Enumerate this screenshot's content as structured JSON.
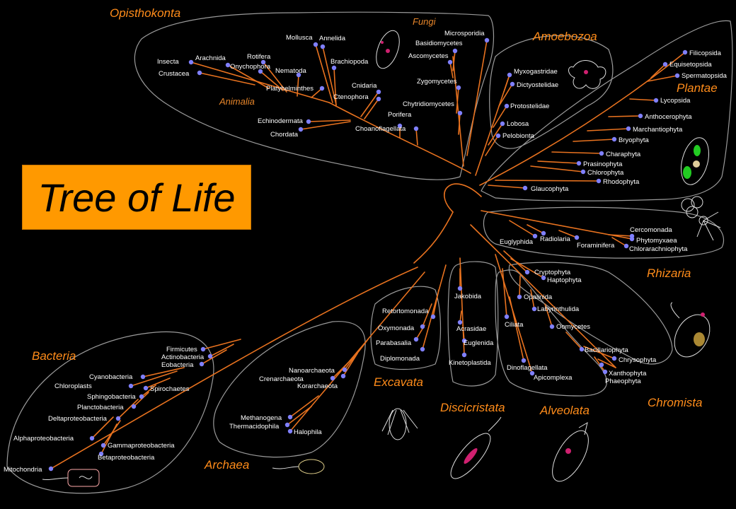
{
  "title": "Tree of Life",
  "colors": {
    "branch": "#e8721f",
    "node": "#8080ff",
    "outline": "#9a9a9a",
    "accent": "#ff9900",
    "label": "#ff8c1a"
  },
  "groups": {
    "opisthokonta": "Opisthokonta",
    "fungi": "Fungi",
    "animalia": "Animalia",
    "amoebozoa": "Amoebozoa",
    "plantae": "Plantae",
    "rhizaria": "Rhizaria",
    "chromista": "Chromista",
    "alveolata": "Alveolata",
    "discicristata": "Discicristata",
    "excavata": "Excavata",
    "archaea": "Archaea",
    "bacteria": "Bacteria"
  },
  "taxa": {
    "insecta": "Insecta",
    "crustacea": "Crustacea",
    "arachnida": "Arachnida",
    "rotifera": "Rotifera",
    "onychophora": "Onychophora",
    "nematoda": "Nematoda",
    "platyhelminthes": "Platyhelminthes",
    "mollusca": "Mollusca",
    "annelida": "Annelida",
    "brachiopoda": "Brachiopoda",
    "cnidaria": "Cnidaria",
    "ctenophora": "Ctenophora",
    "echinodermata": "Echinodermata",
    "chordata": "Chordata",
    "porifera": "Porifera",
    "choanoflagellata": "Choanoflagellata",
    "microsporidia": "Microsporidia",
    "basidiomycetes": "Basidiomycetes",
    "ascomycetes": "Ascomycetes",
    "zygomycetes": "Zygomycetes",
    "chytridiomycetes": "Chytridiomycetes",
    "myxogastridae": "Myxogastridae",
    "dictyostelidae": "Dictyostelidae",
    "protostelidae": "Protostelidae",
    "lobosa": "Lobosa",
    "pelobionta": "Pelobionta",
    "filicopsida": "Filicopsida",
    "equisetopsida": "Equisetopsida",
    "spermatopsida": "Spermatopsida",
    "lycopsida": "Lycopsida",
    "anthocerophyta": "Anthocerophyta",
    "marchantiophyta": "Marchantiophyta",
    "bryophyta": "Bryophyta",
    "charaphyta": "Charaphyta",
    "prasinophyta": "Prasinophyta",
    "chlorophyta": "Chlorophyta",
    "rhodophyta": "Rhodophyta",
    "glaucophyta": "Glaucophyta",
    "cercomonada": "Cercomonada",
    "phytomyxaea": "Phytomyxaea",
    "chlorarachniophyta": "Chlorarachniophyta",
    "euglyphida": "Euglyphida",
    "radiolaria": "Radiolaria",
    "foraminifera": "Foraminifera",
    "cryptophyta": "Cryptophyta",
    "haptophyta": "Haptophyta",
    "opalinida": "Opalinida",
    "labyrinthulida": "Labyrinthulida",
    "oomycetes": "Oomycetes",
    "bacillariophyta": "Bacillariophyta",
    "chrysophyta": "Chrysophyta",
    "xanthophyta": "Xanthophyta",
    "phaeophyta": "Phaeophyta",
    "ciliata": "Ciliata",
    "dinoflagellata": "Dinoflagellata",
    "apicomplexa": "Apicomplexa",
    "jakobida": "Jakobida",
    "acrasidae": "Acrasidae",
    "euglenida": "Euglenida",
    "kinetoplastida": "Kinetoplastida",
    "retortomonada": "Retortomonada",
    "oxymonada": "Oxymonada",
    "parabasalia": "Parabasalia",
    "diplomonada": "Diplomonada",
    "nanoarchaeota": "Nanoarchaeota",
    "crenarchaeota": "Crenarchaeota",
    "korarchaeota": "Korarchaeota",
    "methanogena": "Methanogena",
    "thermacidophila": "Thermacidophila",
    "halophila": "Halophila",
    "firmicutes": "Firmicutes",
    "actinobacteria": "Actinobacteria",
    "eobacteria": "Eobacteria",
    "cyanobacteria": "Cyanobacteria",
    "chloroplasts": "Chloroplasts",
    "spirochaetes": "Spirochaetes",
    "sphingobacteria": "Sphingobacteria",
    "planctobacteria": "Planctobacteria",
    "deltaproteobacteria": "Deltaproteobacteria",
    "alphaproteobacteria": "Alphaproteobacteria",
    "gammaproteobacteria": "Gammaproteobacteria",
    "betaproteobacteria": "Betaproteobacteria",
    "mitochondria": "Mitochondria"
  }
}
